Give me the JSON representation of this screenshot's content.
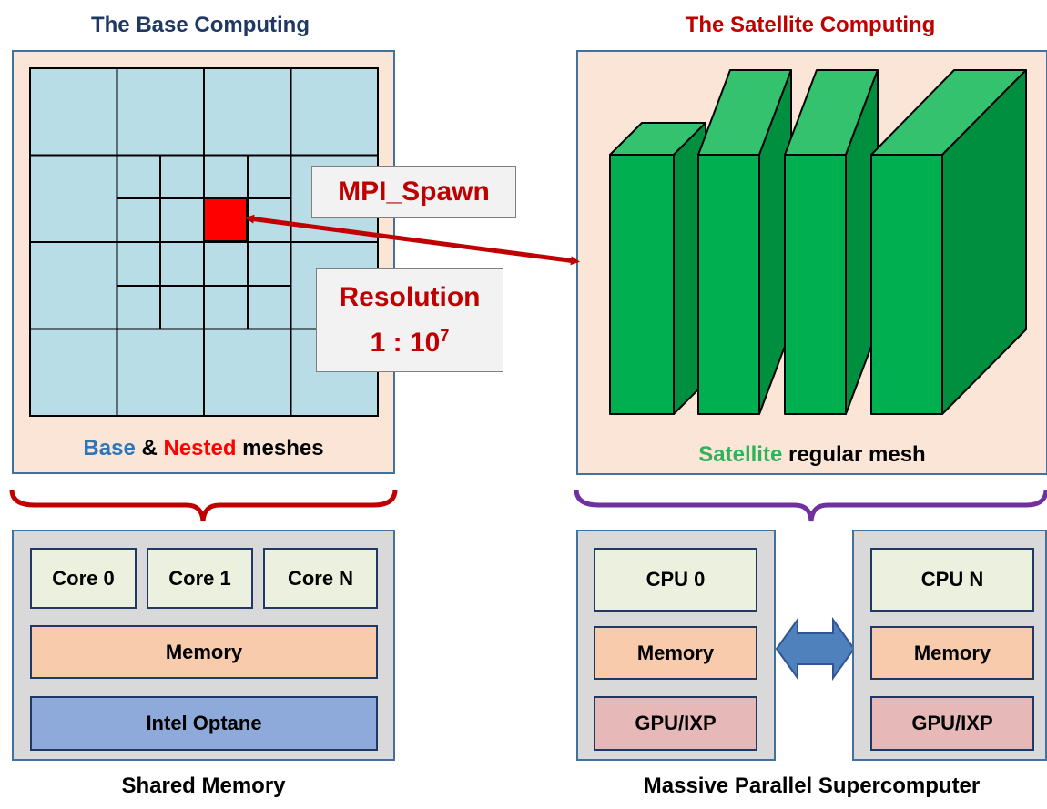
{
  "base": {
    "title": "The Base Computing",
    "caption": {
      "part1": "Base",
      "part2": " & ",
      "part3": "Nested",
      "part4": " meshes"
    },
    "hardware": {
      "cores": [
        "Core 0",
        "Core 1",
        "Core N"
      ],
      "memory": "Memory",
      "storage": "Intel Optane"
    },
    "footer": "Shared Memory"
  },
  "satellite": {
    "title": "The Satellite Computing",
    "caption": {
      "part1": "Satellite",
      "part2": " regular mesh"
    },
    "nodes": [
      {
        "cpu": "CPU 0",
        "memory": "Memory",
        "accel": "GPU/IXP"
      },
      {
        "cpu": "CPU N",
        "memory": "Memory",
        "accel": "GPU/IXP"
      }
    ],
    "footer": "Massive Parallel Supercomputer"
  },
  "callouts": {
    "spawn": "MPI_Spawn",
    "resolution_label": "Resolution",
    "resolution_ratio": "1 : 10",
    "resolution_exp": "7"
  },
  "colors": {
    "mesh_fill": "#b9dde6",
    "nested_cell": "#ff0000",
    "arrow": "#c00000",
    "brace_left": "#c00000",
    "brace_right": "#7030a0",
    "block_front": "#00b050",
    "block_top": "#35c26e",
    "block_side": "#008f3e",
    "link_arrow": "#4f81bd"
  }
}
